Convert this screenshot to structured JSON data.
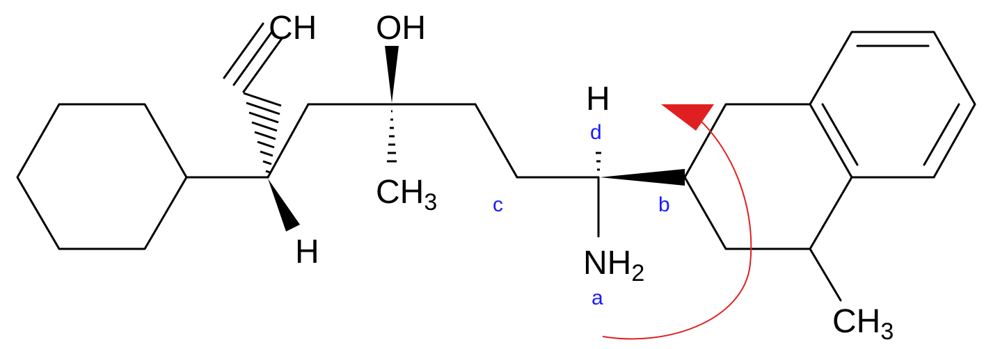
{
  "atoms": {
    "alkyne_ch": "CH",
    "hydroxyl": "OH",
    "methyl_mid": "CH",
    "methyl_mid_sub": "3",
    "hydrogen_left": "H",
    "hydrogen_top": "H",
    "amine": "NH",
    "amine_sub": "2",
    "methyl_right": "CH",
    "methyl_right_sub": "3"
  },
  "priority_labels": {
    "a": "a",
    "b": "b",
    "c": "c",
    "d": "d"
  },
  "colors": {
    "bond": "#000000",
    "priority_label": "#1a1aff",
    "arrow": "#e02020"
  }
}
